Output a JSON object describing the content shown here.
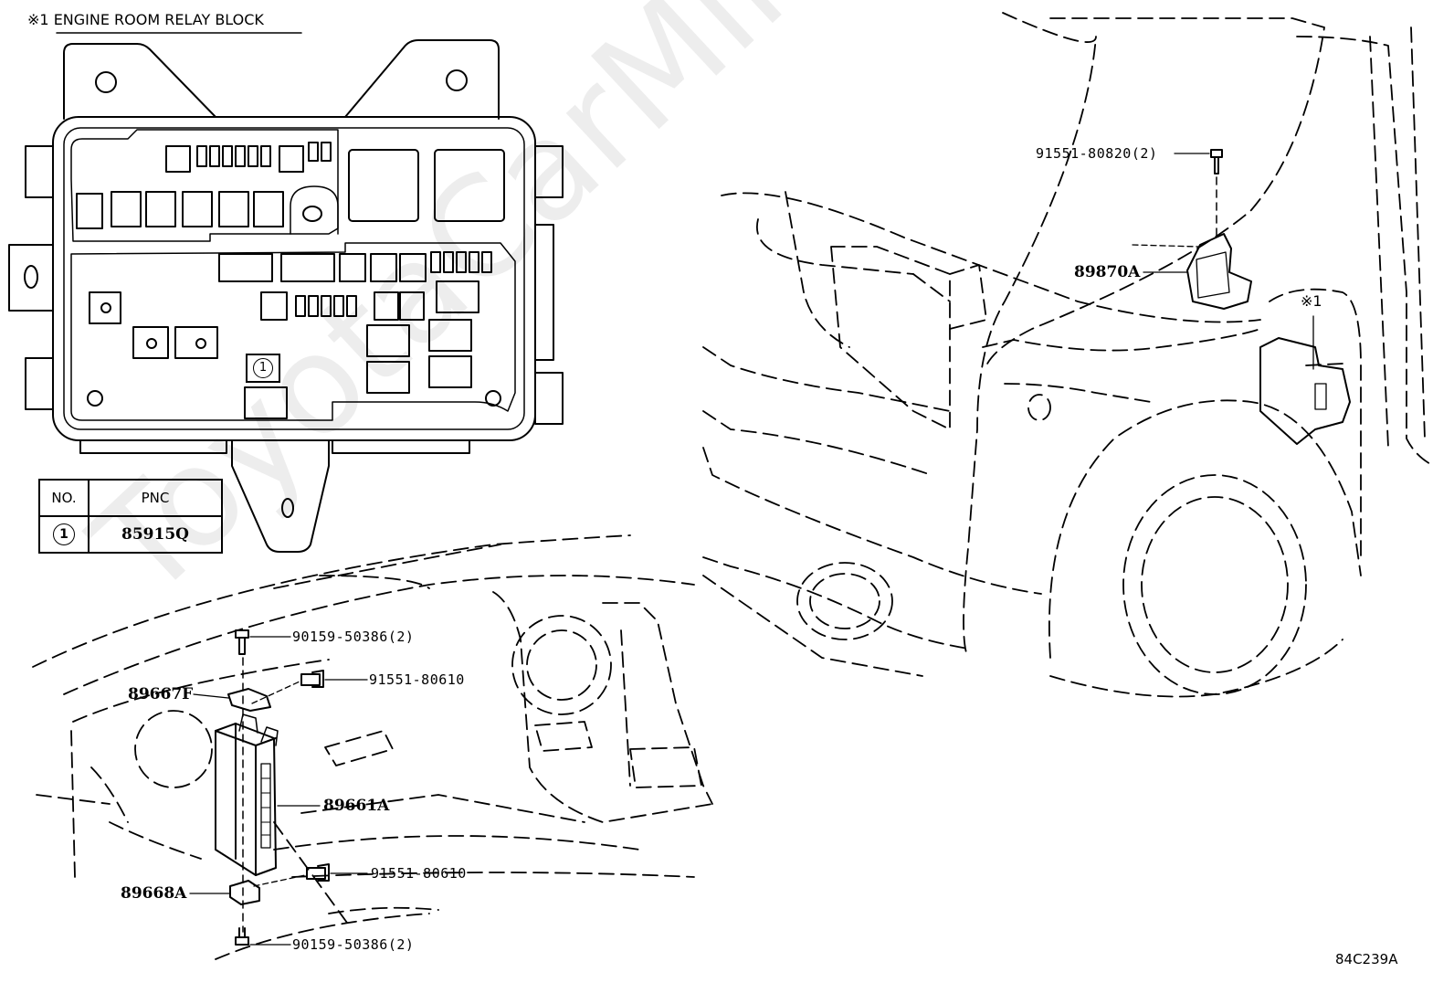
{
  "header": {
    "note_mark": "※1",
    "title": "ENGINE ROOM RELAY BLOCK"
  },
  "relay_block": {
    "callout_number": "1"
  },
  "pnc_table": {
    "headers": [
      "NO.",
      "PNC"
    ],
    "rows": [
      {
        "no": "1",
        "pnc": "85915Q"
      }
    ]
  },
  "labels": {
    "bolt_top_right": "91551-80820(2)",
    "part_89870A": "89870A",
    "mark_right": "※1",
    "screw_top": "90159-50386(2)",
    "bolt_upper": "91551-80610",
    "part_89667F": "89667F",
    "part_89661A": "89661A",
    "bolt_lower": "91551-80610",
    "part_89668A": "89668A",
    "screw_bottom": "90159-50386(2)"
  },
  "illustration_id": "84C239A",
  "watermark": "ToyotaCarMine.ru",
  "colors": {
    "line": "#000000",
    "background": "#ffffff"
  }
}
